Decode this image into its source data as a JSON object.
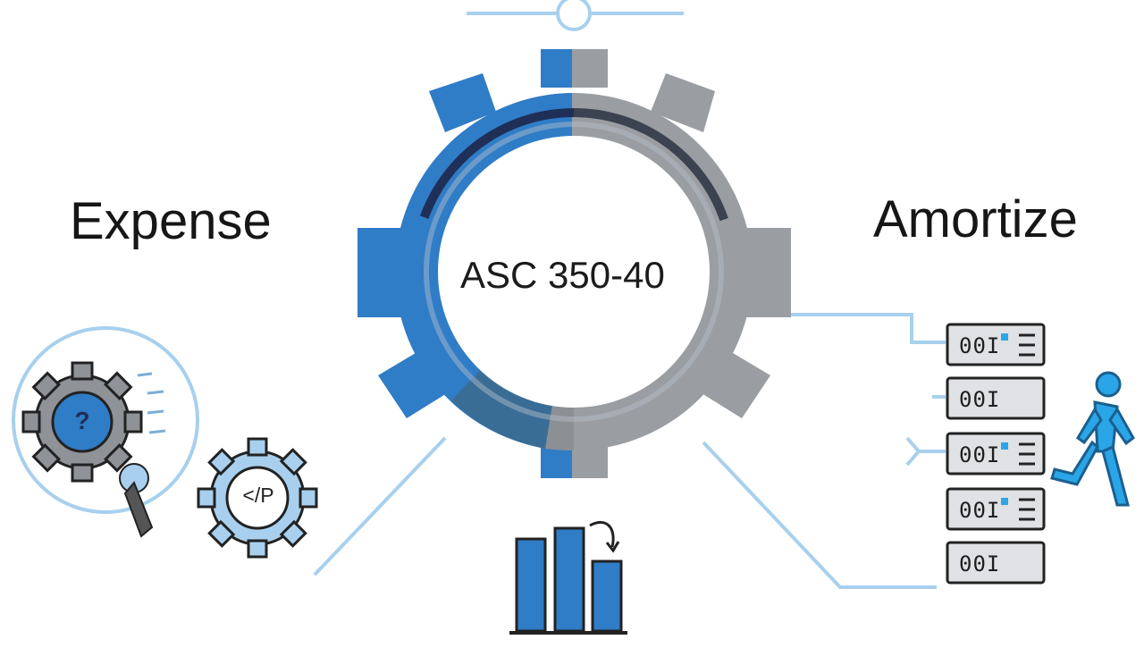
{
  "labels": {
    "left": "Expense",
    "right": "Amortize",
    "center": "ASC 350-40"
  },
  "icons": {
    "help_gear_glyph": "?",
    "code_gear_glyph": "</P",
    "server_rows": [
      "00I",
      "00I",
      "00I",
      "00I",
      "00I"
    ]
  },
  "colors": {
    "blue": "#2f7cc7",
    "light_blue": "#a8d0ee",
    "gray": "#9a9da2",
    "dark_gray": "#5a5d63",
    "navy": "#1f2f57",
    "accent_cyan": "#2aa6e8"
  }
}
